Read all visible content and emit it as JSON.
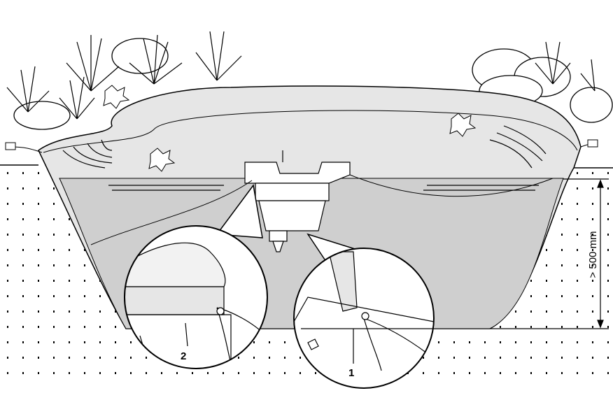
{
  "illustration": {
    "depth_label": "> 500 mm",
    "callout_right_number": "1",
    "callout_left_number": "2"
  },
  "colors": {
    "water": "#cfcfcf",
    "pond_liner": "#e6e6e6",
    "line": "#000000"
  }
}
